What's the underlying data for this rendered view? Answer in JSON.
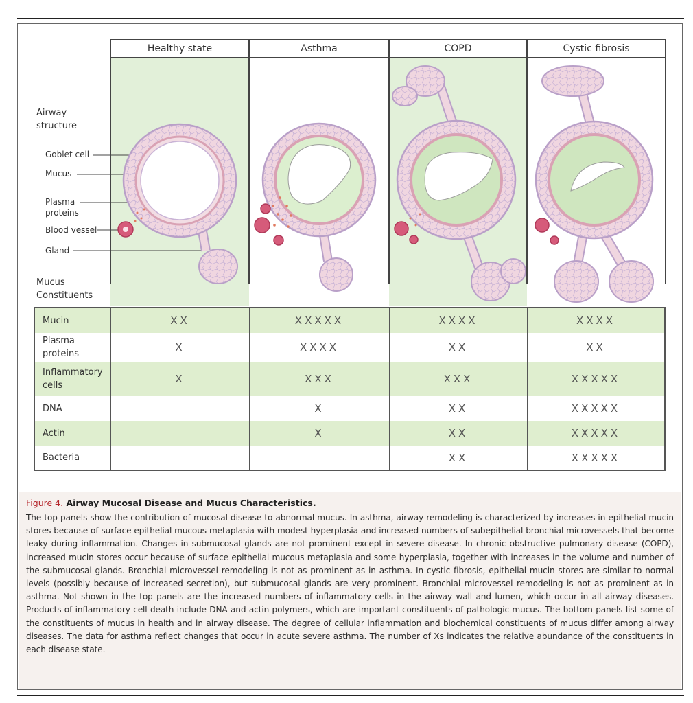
{
  "figure": {
    "column_headers": [
      "Healthy state",
      "Asthma",
      "COPD",
      "Cystic fibrosis"
    ],
    "section_labels": {
      "airway_structure": "Airway structure",
      "mucus_constituents": "Mucus Constituents"
    },
    "structure_labels": [
      "Goblet cell",
      "Mucus",
      "Plasma proteins",
      "Blood vessel",
      "Gland"
    ],
    "table": {
      "rows": [
        {
          "label": "Mucin",
          "values": [
            "XX",
            "XXXXX",
            "XXXX",
            "XXXX"
          ]
        },
        {
          "label": "Plasma proteins",
          "values": [
            "X",
            "XXXX",
            "XX",
            "XX"
          ]
        },
        {
          "label": "Inflammatory cells",
          "values": [
            "X",
            "XXX",
            "XXX",
            "XXXXX"
          ]
        },
        {
          "label": "DNA",
          "values": [
            "",
            "X",
            "XX",
            "XXXXX"
          ]
        },
        {
          "label": "Actin",
          "values": [
            "",
            "X",
            "XX",
            "XXXXX"
          ]
        },
        {
          "label": "Bacteria",
          "values": [
            "",
            "",
            "XX",
            "XXXXX"
          ]
        }
      ]
    }
  },
  "caption": {
    "figure_number": "Figure 4.",
    "title": "Airway Mucosal Disease and Mucus Characteristics.",
    "body": "The top panels show the contribution of mucosal disease to abnormal mucus. In asthma, airway remodeling is characterized by increases in epithelial mucin stores because of surface epithelial mucous metaplasia with modest hyperplasia and increased numbers of subepithelial bronchial microvessels that become leaky during inflammation. Changes in submucosal glands are not prominent except in severe disease. In chronic obstructive pulmonary disease (COPD), increased mucin stores occur because of surface epithelial mucous metaplasia and some hyperplasia, together with increases in the volume and number of the submucosal glands. Bronchial microvessel remodeling is not as prominent as in asthma. In cystic fibrosis, epithelial mucin stores are similar to normal levels (possibly because of increased secretion), but submucosal glands are very prominent. Bronchial microvessel remodeling is not as prominent as in asthma. Not shown in the top panels are the increased numbers of inflammatory cells in the airway wall and lumen, which occur in all airway diseases. Products of inflammatory cell death include DNA and actin polymers, which are important constituents of pathologic mucus. The bottom panels list some of the constituents of mucus in health and in airway disease. The degree of cellular inflammation and biochemical constituents of mucus differ among airway diseases. The data for asthma reflect changes that occur in acute severe asthma. The number of Xs indicates the relative abundance of the constituents in each disease state."
  },
  "colors": {
    "accent_red": "#b5262b",
    "row_green": "#dfeecf",
    "panel_green": "#e2f0d9",
    "tissue_pink": "#f0d6e0",
    "tissue_outline": "#b9a0c8"
  }
}
